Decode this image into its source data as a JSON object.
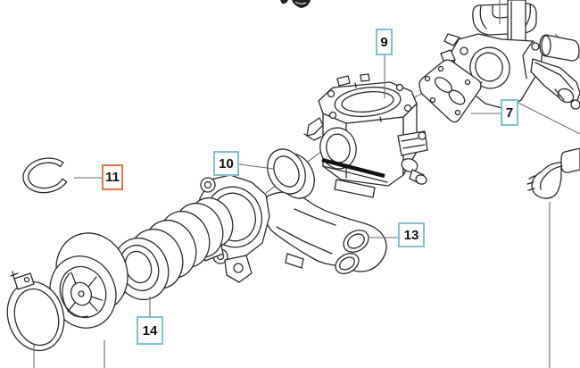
{
  "diagram": {
    "kind": "exploded-parts-diagram",
    "background_color": "#ffffff",
    "line_color": "#2b2b2b",
    "callout_teal": "#7ec3cd",
    "callout_highlight_orange": "#e0764e",
    "callouts": [
      {
        "label": "7",
        "state": "default"
      },
      {
        "label": "9",
        "state": "default"
      },
      {
        "label": "10",
        "state": "default"
      },
      {
        "label": "11",
        "state": "highlighted"
      },
      {
        "label": "13",
        "state": "default"
      },
      {
        "label": "14",
        "state": "default"
      }
    ]
  }
}
